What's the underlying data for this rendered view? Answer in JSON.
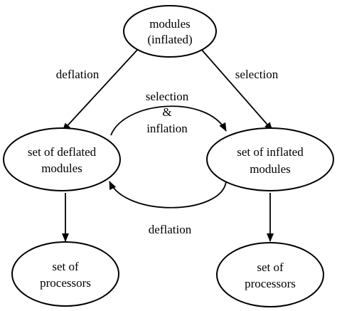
{
  "diagram": {
    "nodes": [
      {
        "id": "modules-inflated",
        "lines": [
          "modules",
          "(inflated)"
        ]
      },
      {
        "id": "deflated-modules",
        "lines": [
          "set of deflated",
          "modules"
        ]
      },
      {
        "id": "inflated-modules",
        "lines": [
          "set of inflated",
          "modules"
        ]
      },
      {
        "id": "processors-left",
        "lines": [
          "set of",
          "processors"
        ]
      },
      {
        "id": "processors-right",
        "lines": [
          "set of",
          "processors"
        ]
      }
    ],
    "edges": [
      {
        "id": "top-to-deflated",
        "label": "deflation"
      },
      {
        "id": "top-to-inflated",
        "label": "selection"
      },
      {
        "id": "deflated-to-inflated",
        "label_lines": [
          "selection",
          "&",
          "inflation"
        ]
      },
      {
        "id": "inflated-to-deflated",
        "label": "deflation"
      },
      {
        "id": "deflated-to-processors"
      },
      {
        "id": "inflated-to-processors"
      }
    ]
  }
}
